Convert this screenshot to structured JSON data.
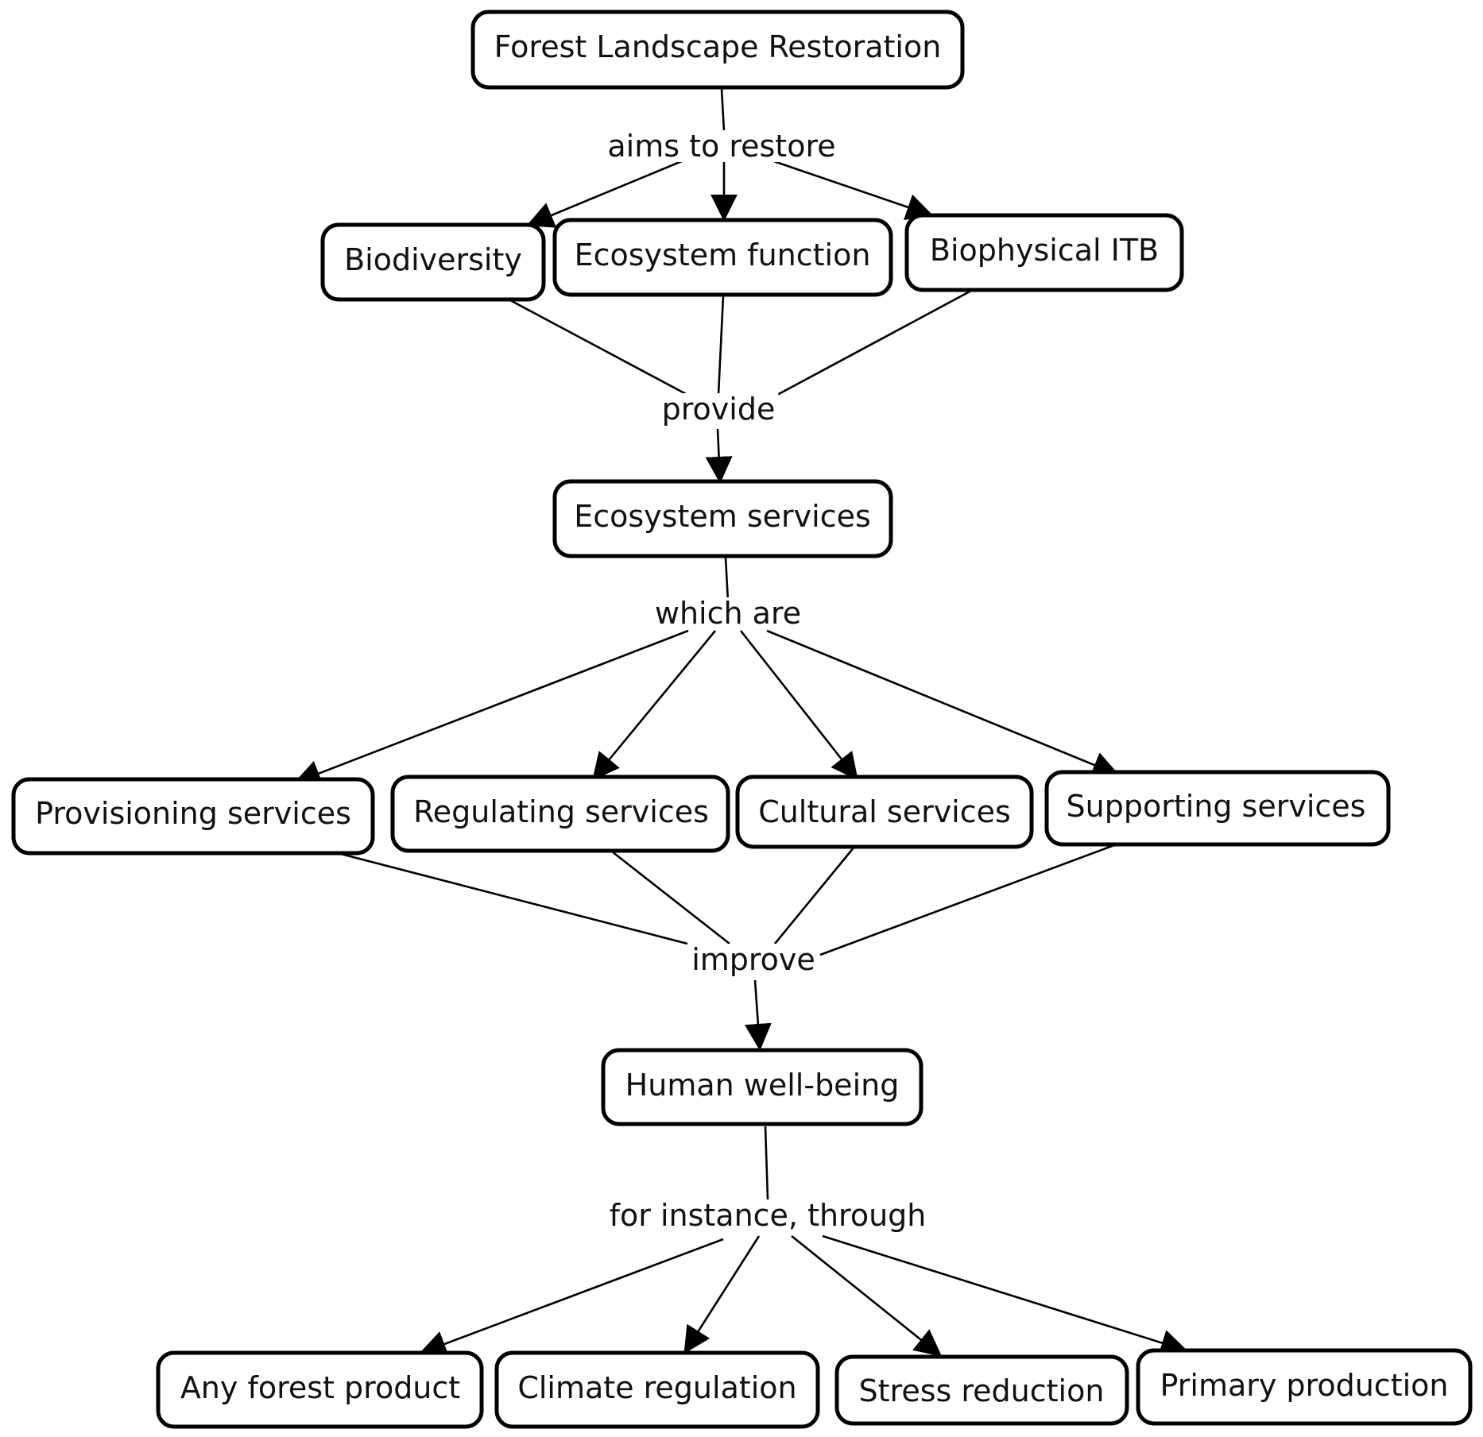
{
  "nodes": {
    "flr": "Forest Landscape Restoration",
    "biodiversity": "Biodiversity",
    "ecosystem_function": "Ecosystem function",
    "biophysical_itb": "Biophysical ITB",
    "ecosystem_services": "Ecosystem services",
    "provisioning": "Provisioning services",
    "regulating": "Regulating services",
    "cultural": "Cultural services",
    "supporting": "Supporting services",
    "human_wellbeing": "Human well-being",
    "any_forest_product": "Any forest product",
    "climate_regulation": "Climate regulation",
    "stress_reduction": "Stress reduction",
    "primary_production": "Primary production"
  },
  "links": {
    "aims_to_restore": "aims to restore",
    "provide": "provide",
    "which_are": "which are",
    "improve": "improve",
    "for_instance": "for instance, through"
  },
  "colors": {
    "stroke": "#000000",
    "fill": "#ffffff",
    "text": "#111111"
  }
}
